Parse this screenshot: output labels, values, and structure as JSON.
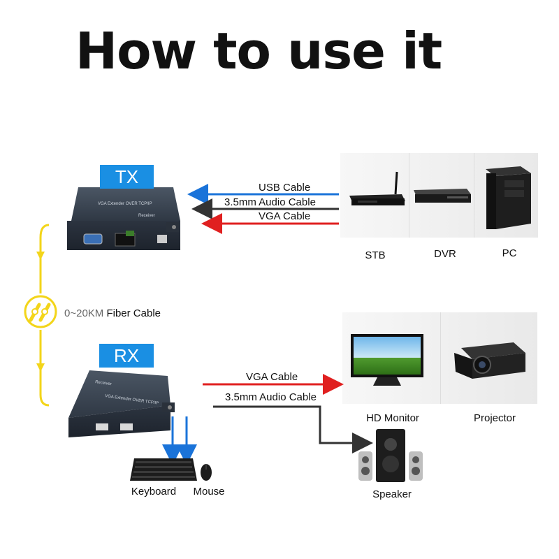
{
  "title": "How to use it",
  "tx": {
    "tag": "TX",
    "device_text": "VGA Extender OVER TCP/IP",
    "device_subtext": "Receiver",
    "cables": {
      "usb": "USB Cable",
      "audio": "3.5mm Audio Cable",
      "vga": "VGA Cable"
    },
    "sources": [
      "STB",
      "DVR",
      "PC"
    ]
  },
  "fiber": {
    "range": "0~20KM",
    "label": "Fiber Cable"
  },
  "rx": {
    "tag": "RX",
    "device_text": "VGA Extender OVER TCP/IP",
    "device_subtext": "Receiver",
    "cables": {
      "vga": "VGA Cable",
      "audio": "3.5mm Audio Cable"
    },
    "outputs": [
      "HD Monitor",
      "Projector"
    ],
    "peripherals": [
      "Keyboard",
      "Mouse"
    ],
    "speaker": "Speaker"
  },
  "colors": {
    "tag_blue": "#1a8fe3",
    "usb_arrow": "#1a73d9",
    "audio_arrow": "#333333",
    "vga_arrow": "#e02020",
    "fiber_yellow": "#f3d51a"
  }
}
